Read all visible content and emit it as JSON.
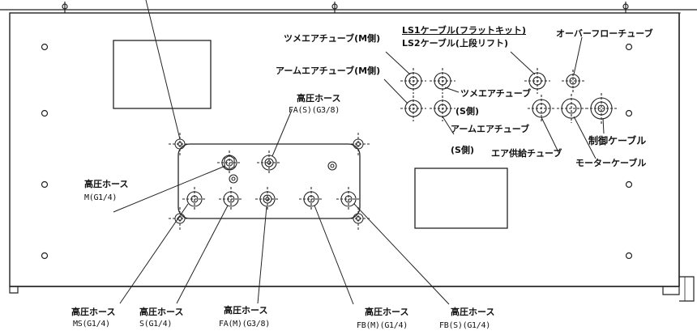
{
  "labels": {
    "tsume_air_m": "ツメエアチューブ(M側)",
    "arm_air_m": "アームエアチューブ(M側)",
    "ls1_cable": "LS1ケーブル(フラットキット)",
    "ls2_cable": "LS2ケーブル(上段リフト)",
    "overflow_tube": "オーバーフローチューブ",
    "tsume_air_s": "ツメエアチューブ",
    "tsume_air_s_side": "(S側)",
    "arm_air_s": "アームエアチューブ",
    "arm_air_s_side": "(S側)",
    "air_supply_tube": "エア供給チューブ",
    "control_cable": "制御ケーブル",
    "motor_cable": "モーターケーブル",
    "hose_fa_s_name": "高圧ホース",
    "hose_fa_s_spec": "FA(S)(G3/8)",
    "hose_m_name": "高圧ホース",
    "hose_m_spec": "M(G1/4)",
    "hose_ms_name": "高圧ホース",
    "hose_ms_spec": "MS(G1/4)",
    "hose_s_name": "高圧ホース",
    "hose_s_spec": "S(G1/4)",
    "hose_fa_m_name": "高圧ホース",
    "hose_fa_m_spec": "FA(M)(G3/8)",
    "hose_fb_m_name": "高圧ホース",
    "hose_fb_m_spec": "FB(M)(G1/4)",
    "hose_fb_s_name": "高圧ホース",
    "hose_fb_s_spec": "FB(S)(G1/4)"
  }
}
